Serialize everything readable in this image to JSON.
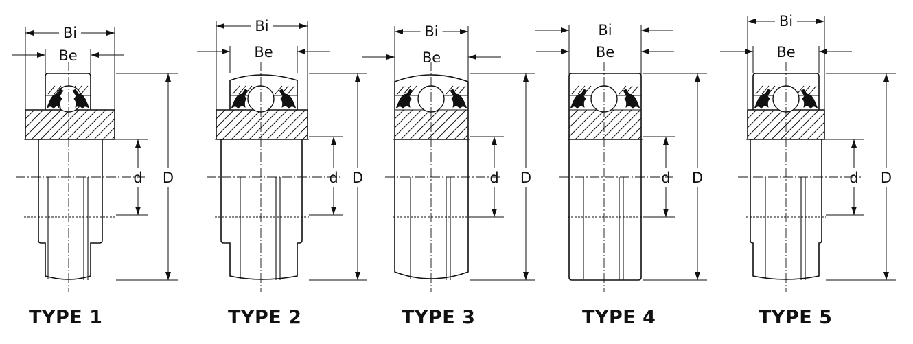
{
  "labels": {
    "bi": "Bi",
    "be": "Be",
    "d_small": "d",
    "d_large": "D"
  },
  "types": [
    {
      "caption": "TYPE 1"
    },
    {
      "caption": "TYPE 2"
    },
    {
      "caption": "TYPE 3"
    },
    {
      "caption": "TYPE 4"
    },
    {
      "caption": "TYPE 5"
    }
  ]
}
